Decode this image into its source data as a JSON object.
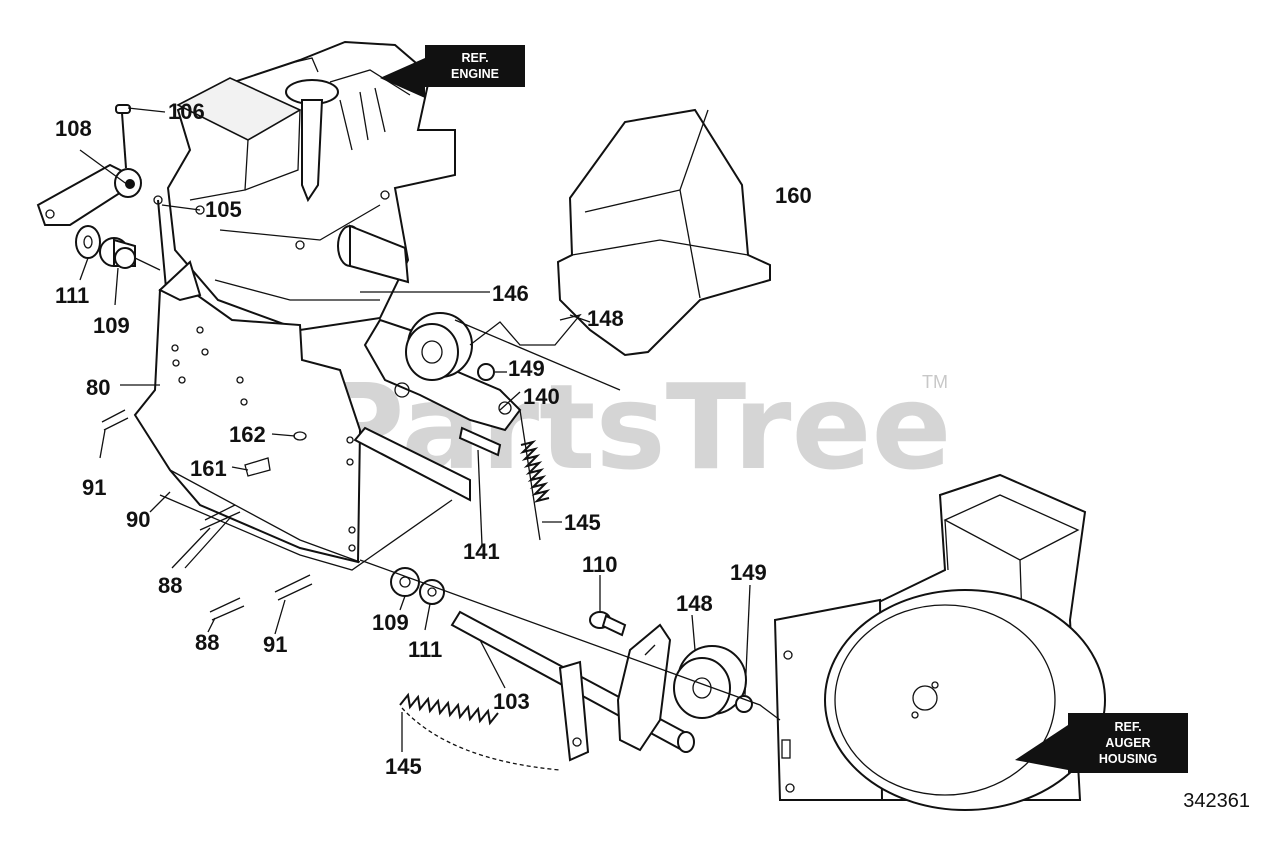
{
  "ref_boxes": {
    "engine": [
      "REF.",
      "ENGINE"
    ],
    "auger": [
      "REF.",
      "AUGER",
      "HOUSING"
    ]
  },
  "callouts": {
    "p106": "106",
    "p108": "108",
    "p105": "105",
    "p111a": "111",
    "p109a": "109",
    "p160": "160",
    "p146": "146",
    "p148a": "148",
    "p149a": "149",
    "p80": "80",
    "p140": "140",
    "p162": "162",
    "p91a": "91",
    "p161": "161",
    "p90": "90",
    "p145a": "145",
    "p141": "141",
    "p88a": "88",
    "p110": "110",
    "p149b": "149",
    "p148b": "148",
    "p109b": "109",
    "p88b": "88",
    "p91b": "91",
    "p111b": "111",
    "p103": "103",
    "p145b": "145"
  },
  "watermark": "PartsTree",
  "trademark": "TM",
  "drawing_number": "342361"
}
